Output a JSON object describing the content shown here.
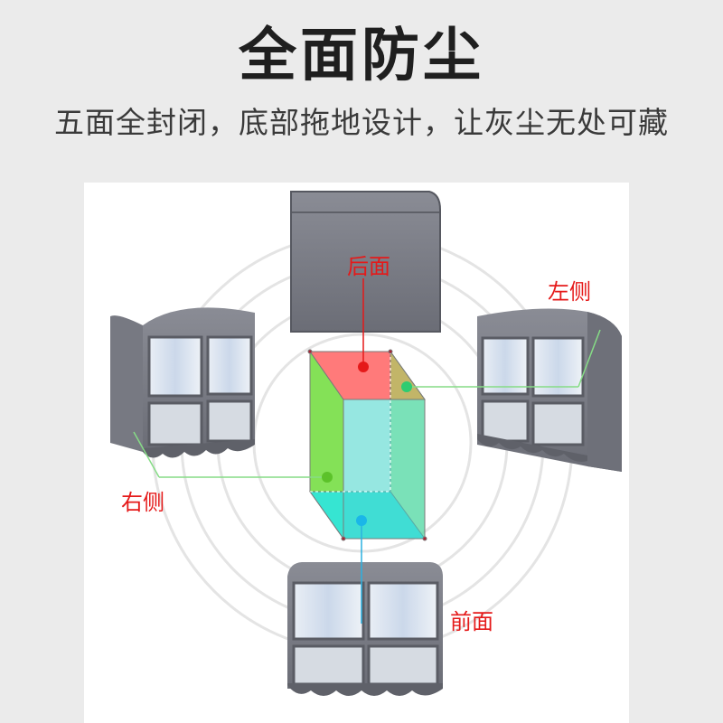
{
  "header": {
    "title": "全面防尘",
    "subtitle": "五面全封闭，底部拖地设计，让灰尘无处可藏"
  },
  "labels": {
    "back": "后面",
    "left": "左侧",
    "right": "右侧",
    "front": "前面"
  },
  "colors": {
    "accent_red": "#e51919",
    "face_back": "#ff6b6b",
    "face_side": "#6fdc3a",
    "face_front": "#2ee6e0",
    "cover_gray": "#7d7f88"
  }
}
